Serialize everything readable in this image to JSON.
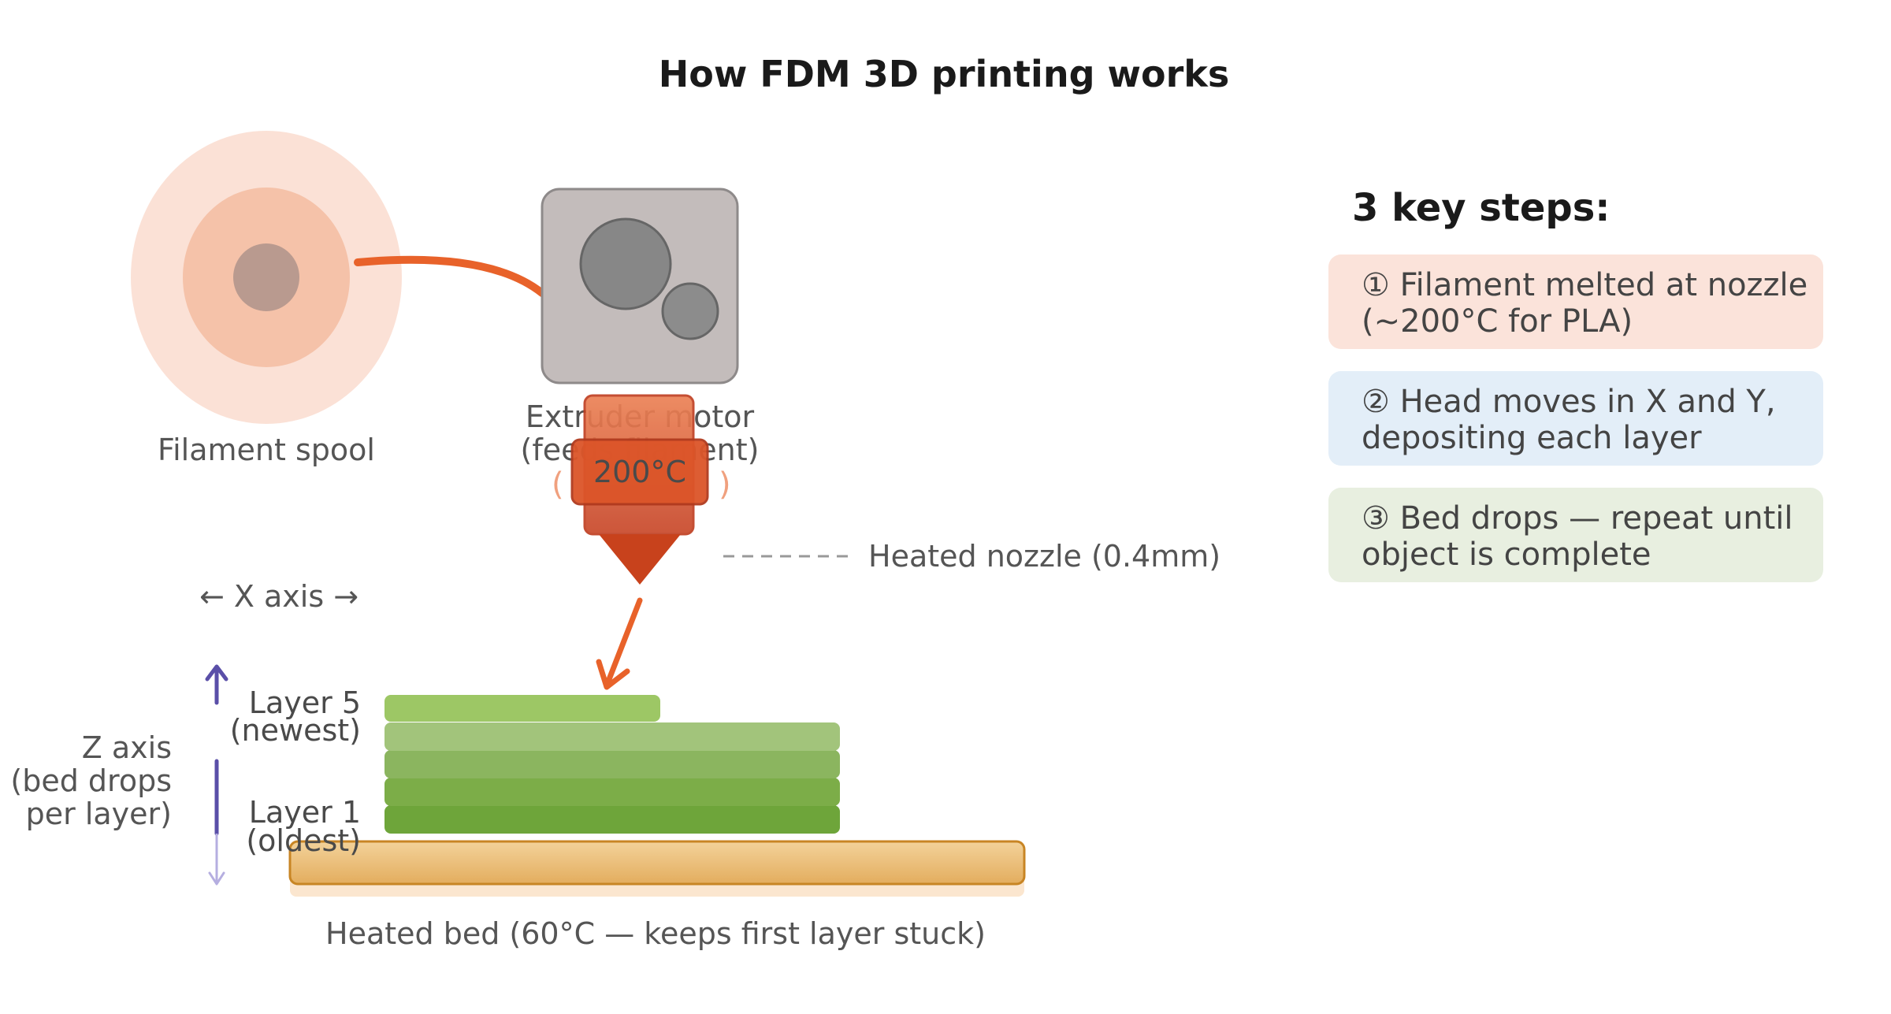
{
  "title": "How FDM 3D printing works",
  "labels": {
    "spool": "Filament spool",
    "extruder_line1": "Extruder motor",
    "extruder_line2": "(feeds filament)",
    "nozzle_temp": "200°C",
    "nozzle": "Heated nozzle (0.4mm)",
    "x_axis": "← X axis →",
    "z_axis_line1": "Z axis",
    "z_axis_line2": "(bed drops",
    "z_axis_line3": "per layer)",
    "layer5_line1": "Layer 5",
    "layer5_line2": "(newest)",
    "layer1_line1": "Layer 1",
    "layer1_line2": "(oldest)",
    "bed": "Heated bed (60°C — keeps first layer stuck)"
  },
  "panel": {
    "title": "3 key steps:",
    "steps": [
      {
        "line1": "① Filament melted at nozzle",
        "line2": "(~200°C for PLA)",
        "color": "#fbe3da"
      },
      {
        "line1": "② Head moves in X and Y,",
        "line2": "depositing each layer",
        "color": "#e3eef8"
      },
      {
        "line1": "③ Bed drops — repeat until",
        "line2": "object is complete",
        "color": "#e8efe0"
      }
    ]
  },
  "colors": {
    "filament": "#e8622a",
    "nozzle": "#d9532a",
    "layer_newest": "#9dc765",
    "layer_oldest": "#6ea53a",
    "bed": "#eab96f",
    "z_arrow": "#5a4fa8"
  }
}
